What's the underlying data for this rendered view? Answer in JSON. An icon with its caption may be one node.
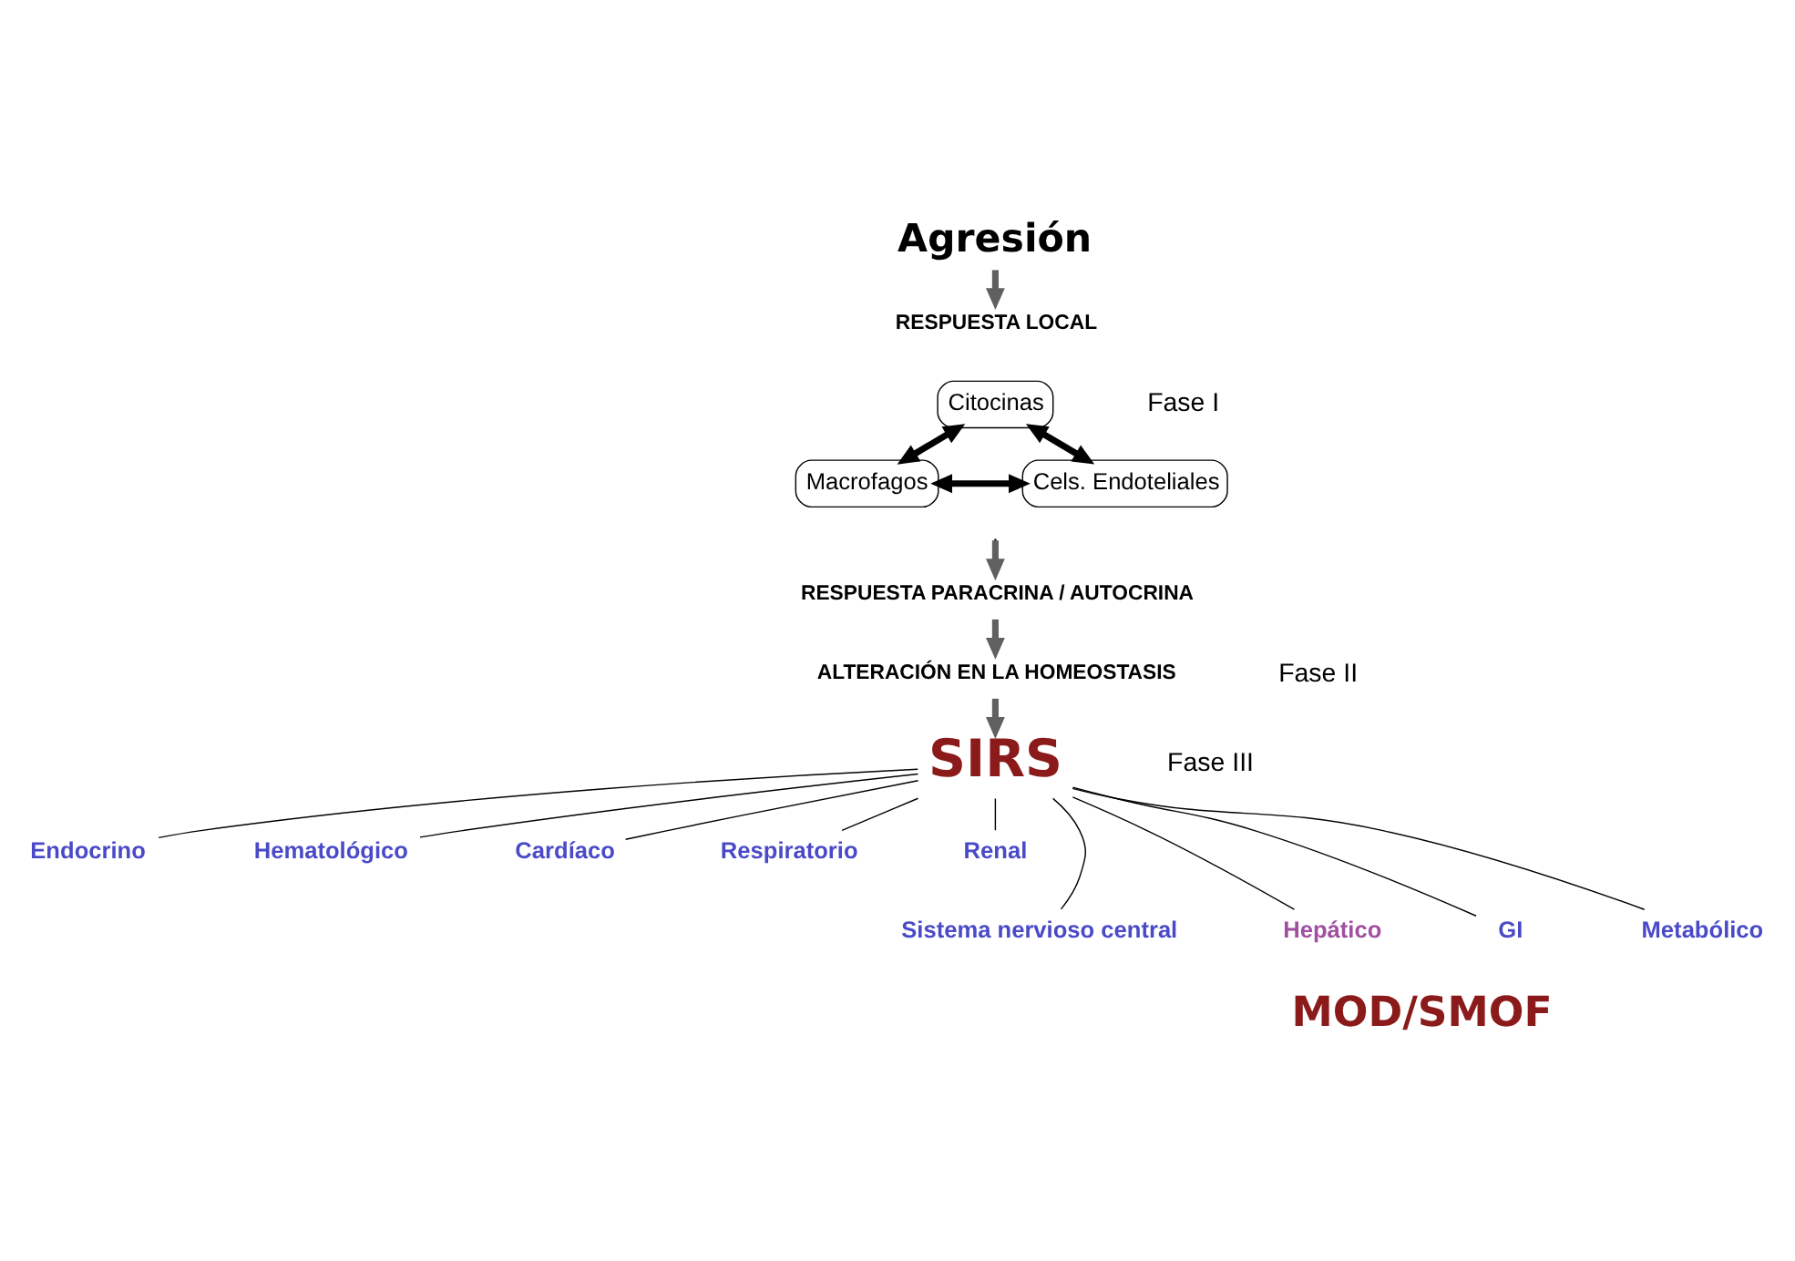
{
  "diagram": {
    "nodes": [
      {
        "text": [
          "Agresión"
        ]
      },
      {
        "text": [
          "RESPUESTA LOCAL"
        ]
      },
      {
        "text": [
          "Citocinas"
        ]
      },
      {
        "text": [
          "Macrofagos"
        ]
      },
      {
        "text": [
          "Cels. Endoteliales"
        ]
      },
      {
        "text": [
          "RESPUESTA PARACRINA / AUTOCRINA"
        ]
      },
      {
        "text": [
          "ALTERACIÓN EN LA HOMEOSTASIS"
        ]
      },
      {
        "text": [
          "SIRS"
        ]
      },
      {
        "text": [
          "Endocrino"
        ]
      },
      {
        "text": [
          "Hematológico"
        ]
      },
      {
        "text": [
          "Cardíaco"
        ]
      },
      {
        "text": [
          "Respiratorio"
        ]
      },
      {
        "text": [
          "Renal"
        ]
      },
      {
        "text": [
          "Sistema nervioso central"
        ]
      },
      {
        "text": [
          "Hepático"
        ]
      },
      {
        "text": [
          "GI"
        ]
      },
      {
        "text": [
          "Metabólico"
        ]
      }
    ],
    "edges": [
      {
        "from": 0,
        "to": 1,
        "arrow": "to",
        "style": "thick",
        "color": "#606060"
      },
      {
        "from": 2,
        "to": 3,
        "arrow": "both",
        "style": "thick"
      },
      {
        "from": 2,
        "to": 4,
        "arrow": "both",
        "style": "thick"
      },
      {
        "from": 3,
        "to": 4,
        "arrow": "both",
        "style": "thick"
      },
      {
        "from": null,
        "to": 5,
        "arrow": "to",
        "style": "thick",
        "color": "#606060"
      },
      {
        "from": 5,
        "to": 6,
        "arrow": "to",
        "style": "thick",
        "color": "#606060"
      },
      {
        "from": 6,
        "to": 7,
        "arrow": "to",
        "style": "thick",
        "color": "#606060"
      },
      {
        "from": 7,
        "to": 8,
        "arrow": "none"
      },
      {
        "from": 7,
        "to": 13,
        "arrow": "none"
      },
      {
        "from": 7,
        "to": 9,
        "arrow": "none"
      },
      {
        "from": 7,
        "to": 14,
        "arrow": "none"
      },
      {
        "from": 7,
        "to": 10,
        "arrow": "none"
      },
      {
        "from": 7,
        "to": 15,
        "arrow": "none"
      },
      {
        "from": 7,
        "to": 11,
        "arrow": "none"
      },
      {
        "from": 7,
        "to": 16,
        "arrow": "none"
      },
      {
        "from": 7,
        "to": 12,
        "arrow": "none"
      }
    ],
    "labels": [
      "Fase I",
      "Fase II",
      "Fase III",
      "MOD/SMOF"
    ]
  }
}
